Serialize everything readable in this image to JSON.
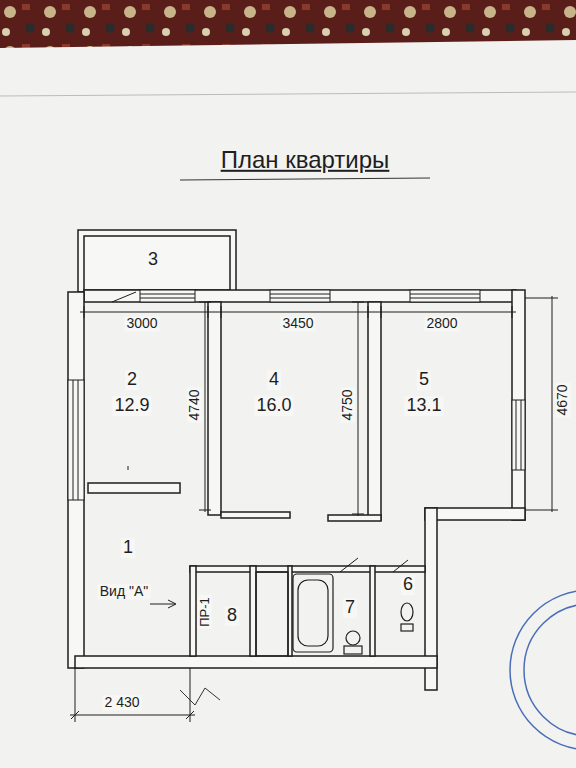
{
  "diagram": {
    "title": "План квартиры",
    "labels": [
      "3",
      "3000",
      "3450",
      "2800",
      "2",
      "12.9",
      "4740",
      "4",
      "16.0",
      "4750",
      "5",
      "13.1",
      "4670",
      "1",
      "Вид \"А\"",
      "ПР-1",
      "8",
      "7",
      "6",
      "2 430"
    ]
  }
}
